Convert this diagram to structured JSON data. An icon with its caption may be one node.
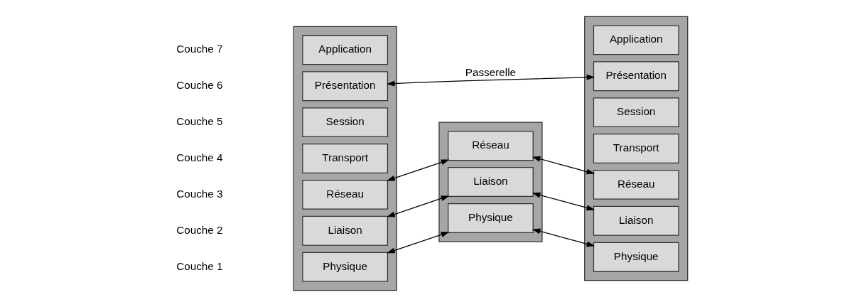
{
  "diagram": {
    "nodes": [
      {
        "text": [],
        "shape": "box"
      },
      {
        "text": [
          "Application"
        ],
        "in": 0
      },
      {
        "text": [
          "Présentation"
        ],
        "in": 0
      },
      {
        "text": [
          "Session"
        ],
        "in": 0
      },
      {
        "text": [
          "Transport"
        ],
        "in": 0
      },
      {
        "text": [
          "Réseau"
        ],
        "in": 0
      },
      {
        "text": [
          "Liaison"
        ],
        "in": 0
      },
      {
        "text": [
          "Physique"
        ],
        "in": 0
      },
      {
        "text": [],
        "shape": "box"
      },
      {
        "text": [
          "Réseau"
        ],
        "in": 8
      },
      {
        "text": [
          "Liaison"
        ],
        "in": 8
      },
      {
        "text": [
          "Physique"
        ],
        "in": 8
      },
      {
        "text": [],
        "shape": "box"
      },
      {
        "text": [
          "Application"
        ],
        "in": 12
      },
      {
        "text": [
          "Présentation"
        ],
        "in": 12
      },
      {
        "text": [
          "Session"
        ],
        "in": 12
      },
      {
        "text": [
          "Transport"
        ],
        "in": 12
      },
      {
        "text": [
          "Réseau"
        ],
        "in": 12
      },
      {
        "text": [
          "Liaison"
        ],
        "in": 12
      },
      {
        "text": [
          "Physique"
        ],
        "in": 12
      }
    ],
    "edges": [
      {
        "from": 2,
        "to": 14,
        "arrow": "both",
        "label": "Passerelle"
      },
      {
        "from": 5,
        "to": 9,
        "arrow": "both"
      },
      {
        "from": 6,
        "to": 10,
        "arrow": "both"
      },
      {
        "from": 7,
        "to": 11,
        "arrow": "both"
      },
      {
        "from": 9,
        "to": 17,
        "arrow": "both"
      },
      {
        "from": 10,
        "to": 18,
        "arrow": "both"
      },
      {
        "from": 11,
        "to": 19,
        "arrow": "both"
      }
    ],
    "labels": [
      "Couche 7",
      "Couche 6",
      "Couche 5",
      "Couche 4",
      "Couche 3",
      "Couche 2",
      "Couche 1"
    ]
  }
}
